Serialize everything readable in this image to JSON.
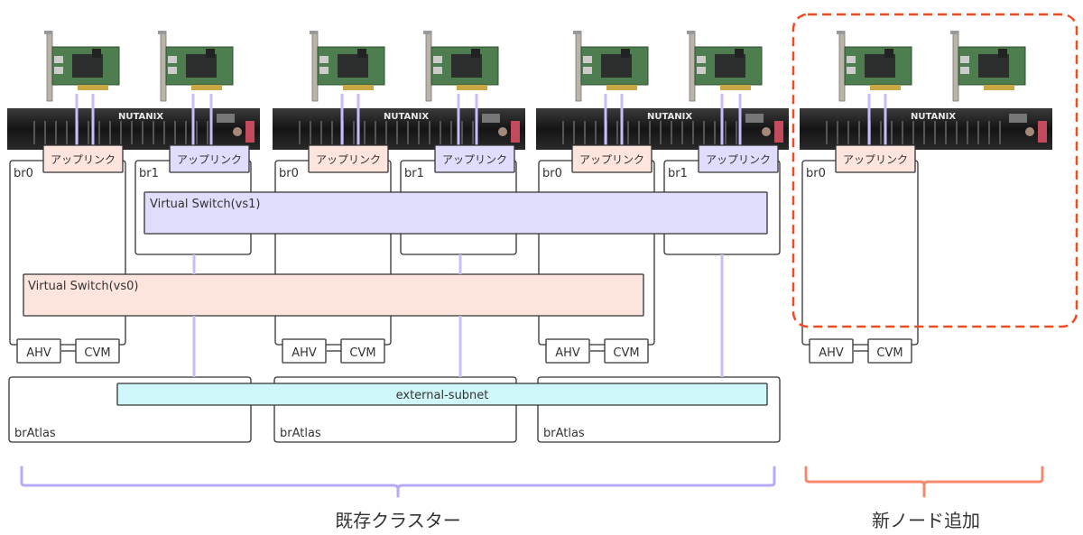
{
  "colors": {
    "uplink_br0_fill": "#fde5de",
    "uplink_br1_fill": "#e0dcfb",
    "vs0_fill": "#fde5de",
    "vs1_fill": "#e0dcfb",
    "subnet_fill": "#cff6f8",
    "link_line": "#c7bdfa",
    "existing_brace": "#b7aaf4",
    "new_brace": "#f7896e",
    "new_node_dashed": "#f04a23",
    "box_stroke": "#333333"
  },
  "server_brand": "NUTANIX",
  "uplink_label": "アップリンク",
  "nodes": [
    {
      "br0": "br0",
      "br1": "br1",
      "ahv": "AHV",
      "cvm": "CVM",
      "bratlas": "brAtlas"
    },
    {
      "br0": "br0",
      "br1": "br1",
      "ahv": "AHV",
      "cvm": "CVM",
      "bratlas": "brAtlas"
    },
    {
      "br0": "br0",
      "br1": "br1",
      "ahv": "AHV",
      "cvm": "CVM",
      "bratlas": "brAtlas"
    },
    {
      "br0": "br0",
      "ahv": "AHV",
      "cvm": "CVM"
    }
  ],
  "vs1_label": "Virtual Switch(vs1)",
  "vs0_label": "Virtual Switch(vs0)",
  "subnet_label": "external-subnet",
  "existing_cluster_label": "既存クラスター",
  "new_node_label": "新ノード追加"
}
